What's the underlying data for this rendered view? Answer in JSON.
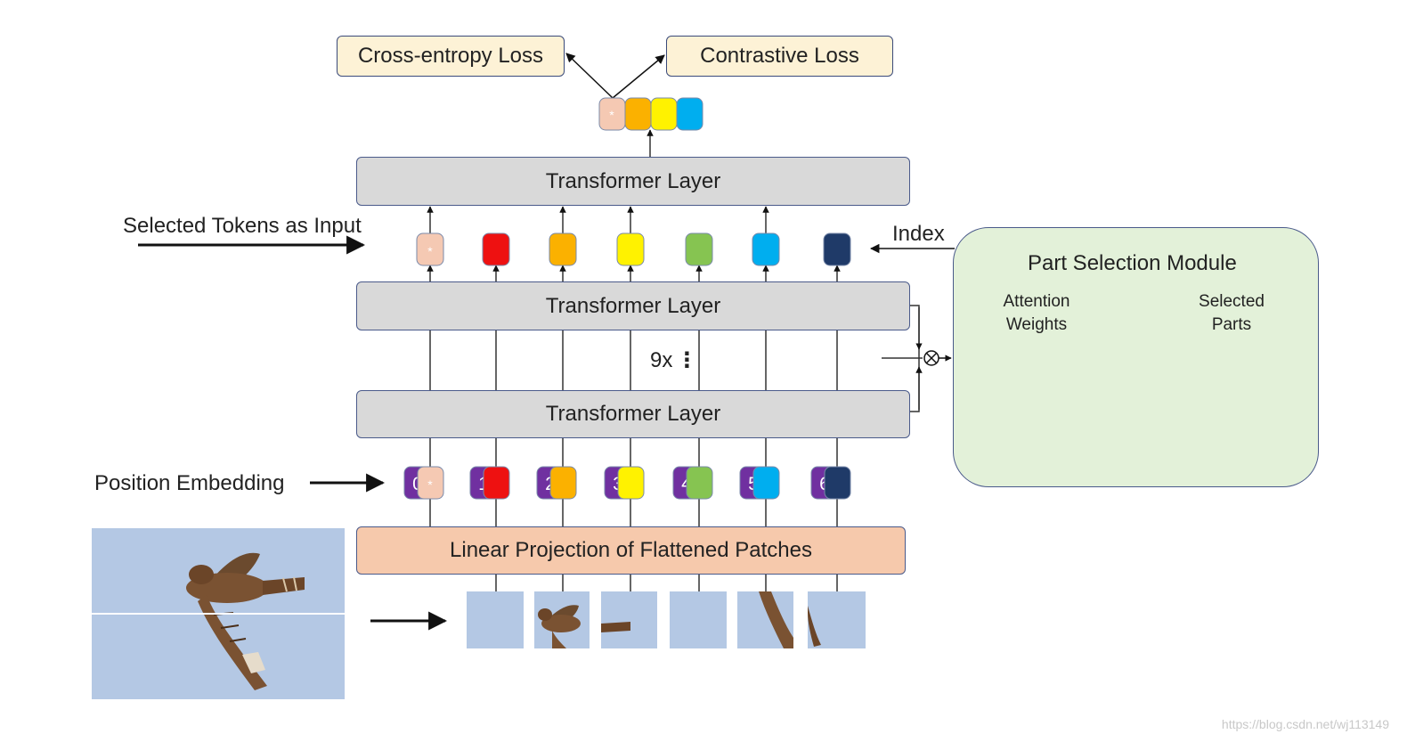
{
  "losses": {
    "cross_entropy": "Cross-entropy Loss",
    "contrastive": "Contrastive Loss"
  },
  "transformer_layer_label": "Transformer Layer",
  "linear_projection_label": "Linear Projection of Flattened Patches",
  "selected_tokens_label": "Selected Tokens as Input",
  "index_label": "Index",
  "position_embedding_label": "Position Embedding",
  "repeat_label": "9x",
  "psm": {
    "title": "Part Selection Module",
    "attention_label_line1": "Attention",
    "attention_label_line2": "Weights",
    "selected_label_line1": "Selected",
    "selected_label_line2": "Parts"
  },
  "cls_token_mark": "*",
  "position_numbers": [
    "0",
    "1",
    "2",
    "3",
    "4",
    "5",
    "6"
  ],
  "token_colors": [
    "#f5c9b3",
    "#ee1111",
    "#fbb100",
    "#fff200",
    "#86c451",
    "#00aeef",
    "#1f3a68"
  ],
  "position_color": "#7030a0",
  "output_token_colors": [
    "#f5c9b3",
    "#fbb100",
    "#fff200",
    "#00aeef"
  ],
  "watermark": "https://blog.csdn.net/wj113149"
}
